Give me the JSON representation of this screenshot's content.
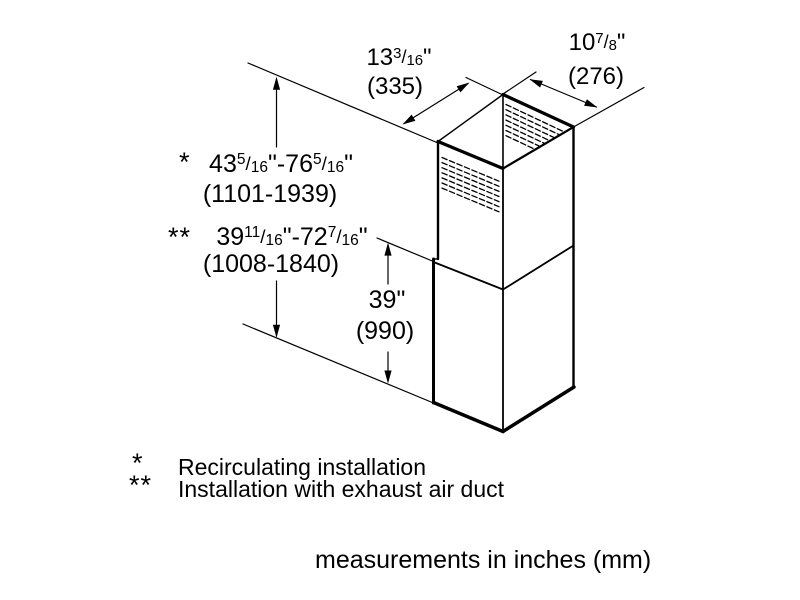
{
  "diagram": {
    "colors": {
      "line": "#000000",
      "background": "#ffffff"
    },
    "top_width": {
      "inches_tokens": [
        {
          "t": "13",
          "k": "n"
        },
        {
          "t": "3",
          "k": "u"
        },
        {
          "t": "/",
          "k": "l"
        },
        {
          "t": "16",
          "k": "d"
        },
        {
          "t": "\"",
          "k": "n"
        }
      ],
      "mm": "(335)"
    },
    "side_width": {
      "inches_tokens": [
        {
          "t": "10",
          "k": "n"
        },
        {
          "t": "7",
          "k": "u"
        },
        {
          "t": "/",
          "k": "l"
        },
        {
          "t": "8",
          "k": "d"
        },
        {
          "t": "\"",
          "k": "n"
        }
      ],
      "mm": "(276)"
    },
    "recirc_height": {
      "symbol": "*",
      "inches_tokens": [
        {
          "t": "43",
          "k": "n"
        },
        {
          "t": "5",
          "k": "u"
        },
        {
          "t": "/",
          "k": "l"
        },
        {
          "t": "16",
          "k": "d"
        },
        {
          "t": "\"-76",
          "k": "n"
        },
        {
          "t": "5",
          "k": "u"
        },
        {
          "t": "/",
          "k": "l"
        },
        {
          "t": "16",
          "k": "d"
        },
        {
          "t": "\"",
          "k": "n"
        }
      ],
      "mm": "(1101-1939)"
    },
    "duct_height": {
      "symbol": "**",
      "inches_tokens": [
        {
          "t": "39",
          "k": "n"
        },
        {
          "t": "11",
          "k": "u"
        },
        {
          "t": "/",
          "k": "l"
        },
        {
          "t": "16",
          "k": "d"
        },
        {
          "t": "\"-72",
          "k": "n"
        },
        {
          "t": "7",
          "k": "u"
        },
        {
          "t": "/",
          "k": "l"
        },
        {
          "t": "16",
          "k": "d"
        },
        {
          "t": "\"",
          "k": "n"
        }
      ],
      "mm": "(1008-1840)"
    },
    "lower_section_height": {
      "inches": "39\"",
      "mm": "(990)"
    },
    "legend": [
      {
        "symbol": "*",
        "text": "Recirculating installation"
      },
      {
        "symbol": "**",
        "text": "Installation with exhaust air duct"
      }
    ],
    "units_note": "measurements in inches (mm)"
  }
}
